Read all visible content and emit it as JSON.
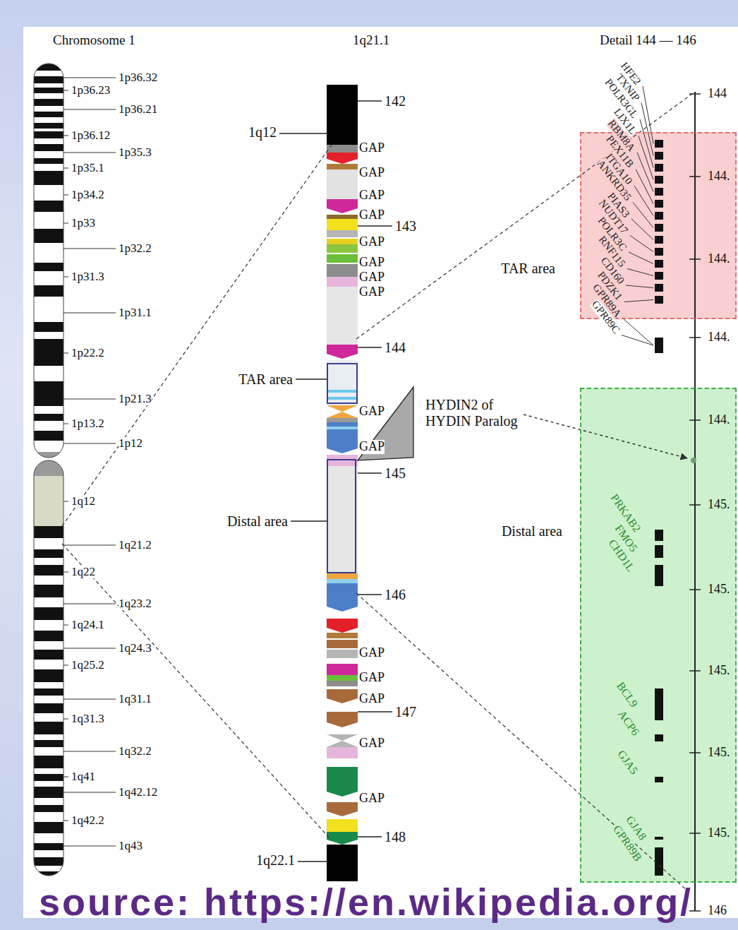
{
  "diagram": {
    "caption": "source: https://en.wikipedia.org/",
    "nodes": [
      {
        "text": [
          "TAR area"
        ]
      },
      {
        "text": [
          "Distal area"
        ]
      },
      {
        "text": [
          "TAR area"
        ]
      },
      {
        "text": [
          "Distal area"
        ]
      }
    ],
    "labels": [
      "Chromosome 1",
      "1q21.1",
      "Detail 144 — 146",
      "1p36.32",
      "1p36.23",
      "1p36.21",
      "1p36.12",
      "1p35.3",
      "1p35.1",
      "1p34.2",
      "1p33",
      "1p32.2",
      "1p31.3",
      "1p31.1",
      "1p22.2",
      "1p21.3",
      "1p13.2",
      "1p12",
      "1q12",
      "1q21.2",
      "1q22",
      "1q23.2",
      "1q24.1",
      "1q24.3",
      "1q25.2",
      "1q31.1",
      "1q31.3",
      "1q32.2",
      "1q41",
      "1q42.12",
      "1q42.2",
      "1q43",
      "142",
      "1q12",
      "GAP",
      "GAP",
      "GAP",
      "GAP",
      "143",
      "GAP",
      "GAP",
      "GAP",
      "GAP",
      "144",
      "GAP",
      "GAP",
      "145",
      "146",
      "GAP",
      "GAP",
      "GAP",
      "147",
      "GAP",
      "GAP",
      "148",
      "1q22.1",
      "HYDIN2 of HYDIN Paralog",
      "144",
      "144.",
      "144.",
      "144.",
      "144.",
      "145.",
      "145.",
      "145.",
      "145.",
      "145.",
      "146",
      "HFE2",
      "TXNIP",
      "POLR3GL",
      "LIX1L",
      "RBM8A",
      "PEX11B",
      "ITGA10",
      "ANKRD35",
      "PIAS3",
      "NUDT17",
      "POLR3C",
      "RNF115",
      "CD160",
      "PDZK1",
      "GPR89A",
      "GPR89C",
      "PRKAB2",
      "FMO5",
      "CHD1L",
      "BCL9",
      "ACP6",
      "GJA5",
      "GJA8",
      "GPR89B"
    ]
  }
}
